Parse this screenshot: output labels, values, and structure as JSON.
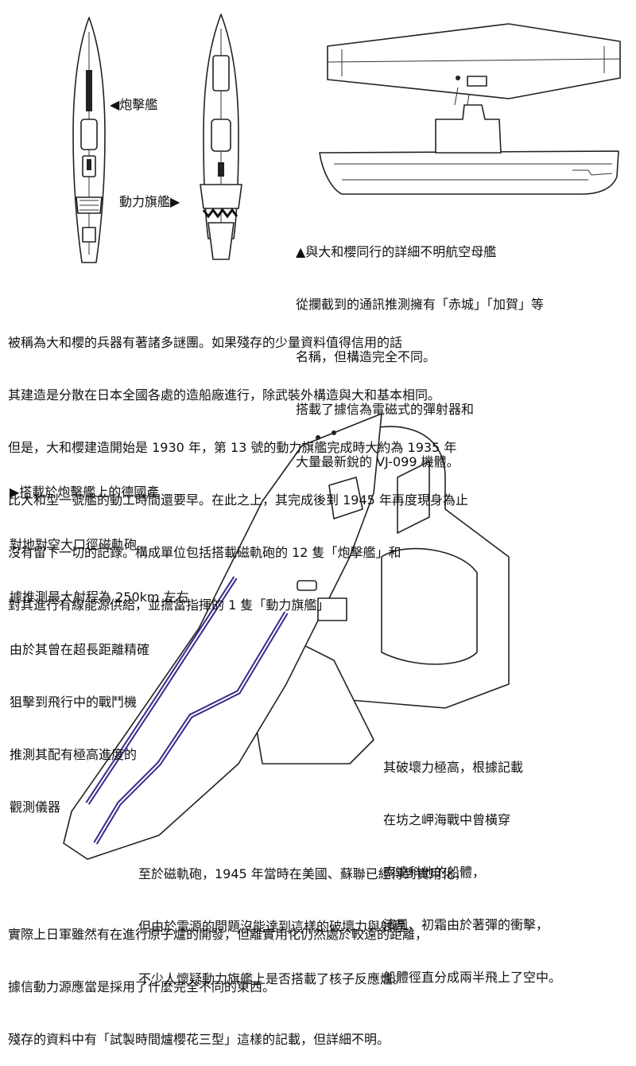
{
  "ship_labels": {
    "bombardment_ship": "◀炮擊艦",
    "power_flagship": "動力旗艦▶"
  },
  "carrier_caption": [
    "▲與大和櫻同行的詳細不明航空母艦",
    "從攔截到的通訊推測擁有「赤城」「加賀」等",
    "名稱，但構造完全不同。",
    "搭載了據信為電磁式的彈射器和",
    "大量最新銳的 VJ-099 機體。"
  ],
  "intro_paragraph": [
    "被稱為大和櫻的兵器有著諸多謎團。如果殘存的少量資料值得信用的話",
    "其建造是分散在日本全國各處的造船廠進行，除武裝外構造與大和基本相同。",
    "但是，大和櫻建造開始是 1930 年，第 13 號的動力旗艦完成時大約為 1935 年",
    "比大和型一號艦的動工時間還要早。在此之上，其完成後到 1945 年再度現身為止",
    "沒有留下一切的記錄。構成單位包括搭載磁軌砲的 12 隻「炮擊艦」和",
    "對其進行有線能源供給，並擔當指揮的 1 隻「動力旗艦」"
  ],
  "railgun_note": [
    "▶搭載於炮擊艦上的德國產",
    "對地對空大口徑磁軌砲。",
    "據推測最大射程為 250km 左右",
    "由於其曾在超長距離精確",
    "狙擊到飛行中的戰鬥機",
    "推測其配有極高進度的",
    "觀測儀器"
  ],
  "destruction_note": [
    "其破壞力極高，根據記載",
    "在坊之岬海戰中曾橫穿",
    "南達科他的船體，",
    "濱風、初霜由於著彈的衝擊，",
    "船體徑直分成兩半飛上了空中。"
  ],
  "railgun_history": [
    "至於磁軌砲，1945 年當時在美國、蘇聯已經得到實用化，",
    "但由於電源的問題沒能達到這樣的破壞力與射程",
    "不少人懷疑動力旗艦上是否搭載了核子反應爐。"
  ],
  "closing_paragraph": [
    "實際上日軍雖然有在進行原子爐的開發，但離實用化仍然處於較遠的距離，",
    "據信動力源應當是採用了什麼完全不同的東西。",
    "殘存的資料中有「試製時間爐櫻花三型」這樣的記載，但詳細不明。"
  ],
  "colors": {
    "ink": "#222222",
    "rail_glow": "#3a2a8a",
    "rail_core": "#ffffff"
  }
}
